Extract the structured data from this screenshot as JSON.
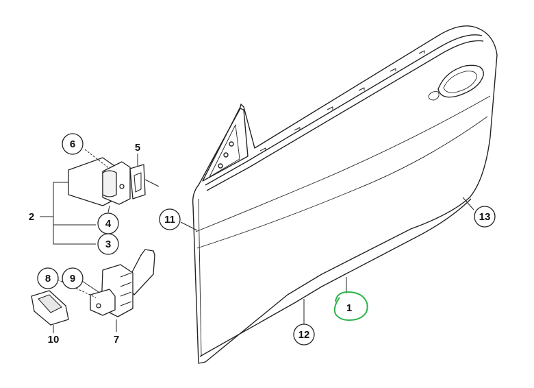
{
  "diagram": {
    "callouts_circled": [
      {
        "id": "c1",
        "label": "1"
      },
      {
        "id": "c3",
        "label": "3"
      },
      {
        "id": "c4",
        "label": "4"
      },
      {
        "id": "c6",
        "label": "6"
      },
      {
        "id": "c8",
        "label": "8"
      },
      {
        "id": "c9",
        "label": "9"
      },
      {
        "id": "c11",
        "label": "11"
      },
      {
        "id": "c12",
        "label": "12"
      },
      {
        "id": "c13",
        "label": "13"
      }
    ],
    "callouts_plain": [
      {
        "id": "p2",
        "label": "2"
      },
      {
        "id": "p5",
        "label": "5"
      },
      {
        "id": "p7",
        "label": "7"
      },
      {
        "id": "p10",
        "label": "10"
      }
    ],
    "highlight_color": "#2bb34a"
  }
}
